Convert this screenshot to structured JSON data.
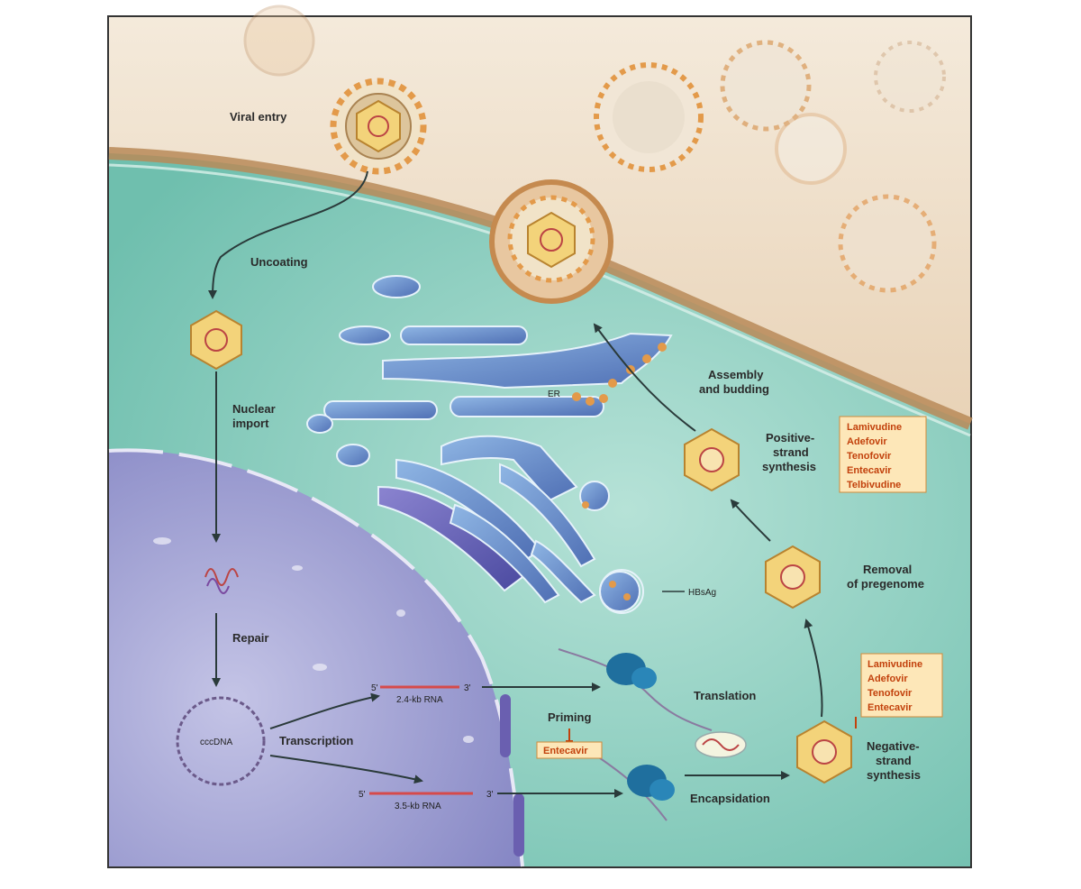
{
  "labels": {
    "viral_entry": "Viral entry",
    "uncoating": "Uncoating",
    "nuclear_import_1": "Nuclear",
    "nuclear_import_2": "import",
    "repair": "Repair",
    "cccdna": "cccDNA",
    "transcription": "Transcription",
    "rna_small": "2.4-kb RNA",
    "rna_large": "3.5-kb RNA",
    "five_prime": "5'",
    "three_prime": "3'",
    "priming": "Priming",
    "translation": "Translation",
    "encapsidation": "Encapsidation",
    "hbsag": "HBsAg",
    "er": "ER",
    "assembly_1": "Assembly",
    "assembly_2": "and budding",
    "positive_1": "Positive-",
    "positive_2": "strand",
    "positive_3": "synthesis",
    "removal_1": "Removal",
    "removal_2": "of pregenome",
    "negative_1": "Negative-",
    "negative_2": "strand",
    "negative_3": "synthesis"
  },
  "drugs": {
    "priming": [
      "Entecavir"
    ],
    "positive_strand": [
      "Lamivudine",
      "Adefovir",
      "Tenofovir",
      "Entecavir",
      "Telbivudine"
    ],
    "negative_strand": [
      "Lamivudine",
      "Adefovir",
      "Tenofovir",
      "Entecavir"
    ]
  },
  "colors": {
    "extracellular": "#e8d3b6",
    "membrane": "#c99a66",
    "cytoplasm": "#8fd0c2",
    "nucleus": "#a8a9d6",
    "er": "#6b8fc8",
    "capsid": "#f3d37a",
    "drug_box": "#fde7b8",
    "drug_text": "#c2410c",
    "ribosome": "#1f6f9e"
  }
}
